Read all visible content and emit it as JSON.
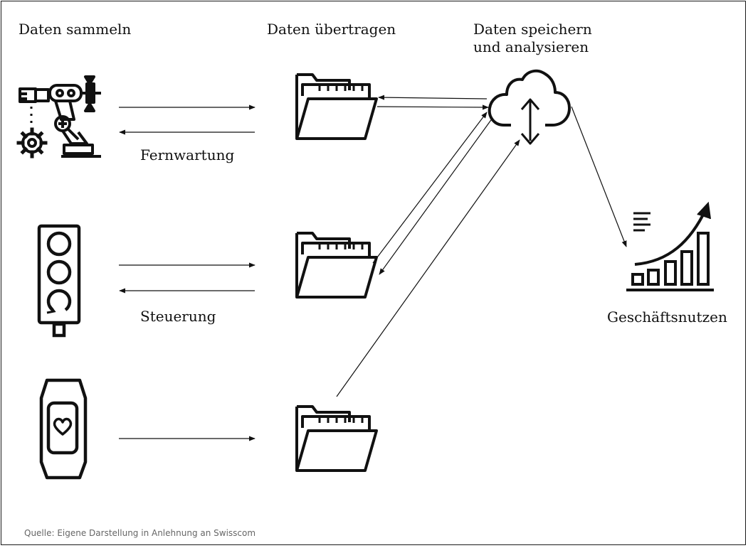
{
  "columns": {
    "collect": "Daten sammeln",
    "transfer": "Daten übertragen",
    "store_line1": "Daten speichern",
    "store_line2": "und analysieren"
  },
  "edges": {
    "remote_maintenance": "Fernwartung",
    "control": "Steuerung"
  },
  "result": "Geschäftsnutzen",
  "source": "Quelle: Eigene Darstellung in Anlehnung an Swisscom",
  "icons": {
    "device1": "robot-arm-icon",
    "device2": "traffic-light-icon",
    "device3": "fitness-tracker-icon",
    "folder": "folder-icon",
    "cloud": "cloud-sync-icon",
    "chart": "growth-chart-icon"
  }
}
